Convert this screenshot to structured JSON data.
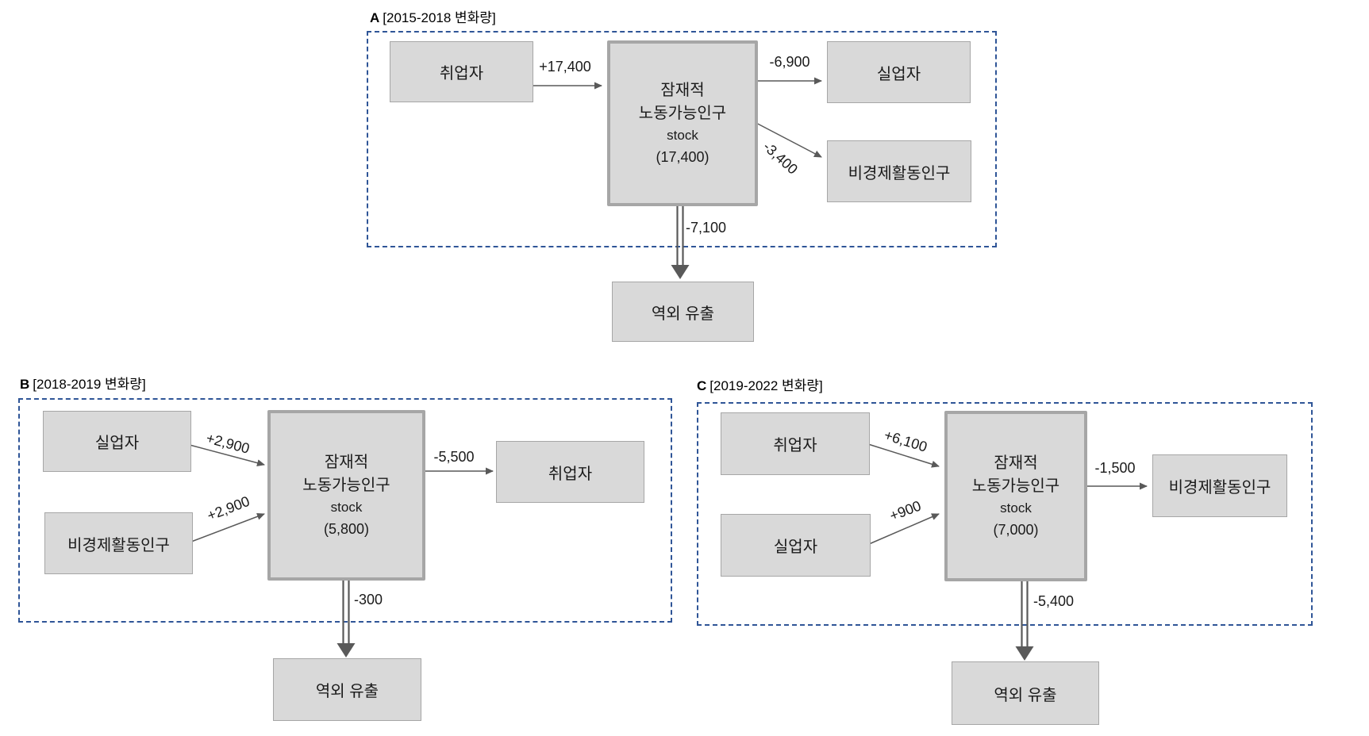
{
  "colors": {
    "background": "#ffffff",
    "dashed_border": "#2f5597",
    "node_fill": "#d9d9d9",
    "node_border": "#a6a6a6",
    "stock_border": "#a6a6a6",
    "arrow": "#595959",
    "text": "#1a1a1a"
  },
  "panels": {
    "a": {
      "id": "A",
      "title": "[2015-2018 변화량]",
      "nodes": {
        "employed": "취업자",
        "unemployed": "실업자",
        "inactive": "비경제활동인구",
        "outflow": "역외 유출"
      },
      "stock": {
        "line1": "잠재적",
        "line2": "노동가능인구",
        "line3": "stock",
        "value": "(17,400)"
      },
      "flows": {
        "in_from_employed": "+17,400",
        "out_to_unemployed": "-6,900",
        "out_to_inactive": "-3,400",
        "out_offshore": "-7,100"
      }
    },
    "b": {
      "id": "B",
      "title": "[2018-2019 변화량]",
      "nodes": {
        "unemployed": "실업자",
        "inactive": "비경제활동인구",
        "employed": "취업자",
        "outflow": "역외 유출"
      },
      "stock": {
        "line1": "잠재적",
        "line2": "노동가능인구",
        "line3": "stock",
        "value": "(5,800)"
      },
      "flows": {
        "in_from_unemployed": "+2,900",
        "in_from_inactive": "+2,900",
        "out_to_employed": "-5,500",
        "out_offshore": "-300"
      }
    },
    "c": {
      "id": "C",
      "title": "[2019-2022 변화량]",
      "nodes": {
        "employed": "취업자",
        "unemployed": "실업자",
        "inactive": "비경제활동인구",
        "outflow": "역외 유출"
      },
      "stock": {
        "line1": "잠재적",
        "line2": "노동가능인구",
        "line3": "stock",
        "value": "(7,000)"
      },
      "flows": {
        "in_from_employed": "+6,100",
        "in_from_unemployed": "+900",
        "out_to_inactive": "-1,500",
        "out_offshore": "-5,400"
      }
    }
  }
}
